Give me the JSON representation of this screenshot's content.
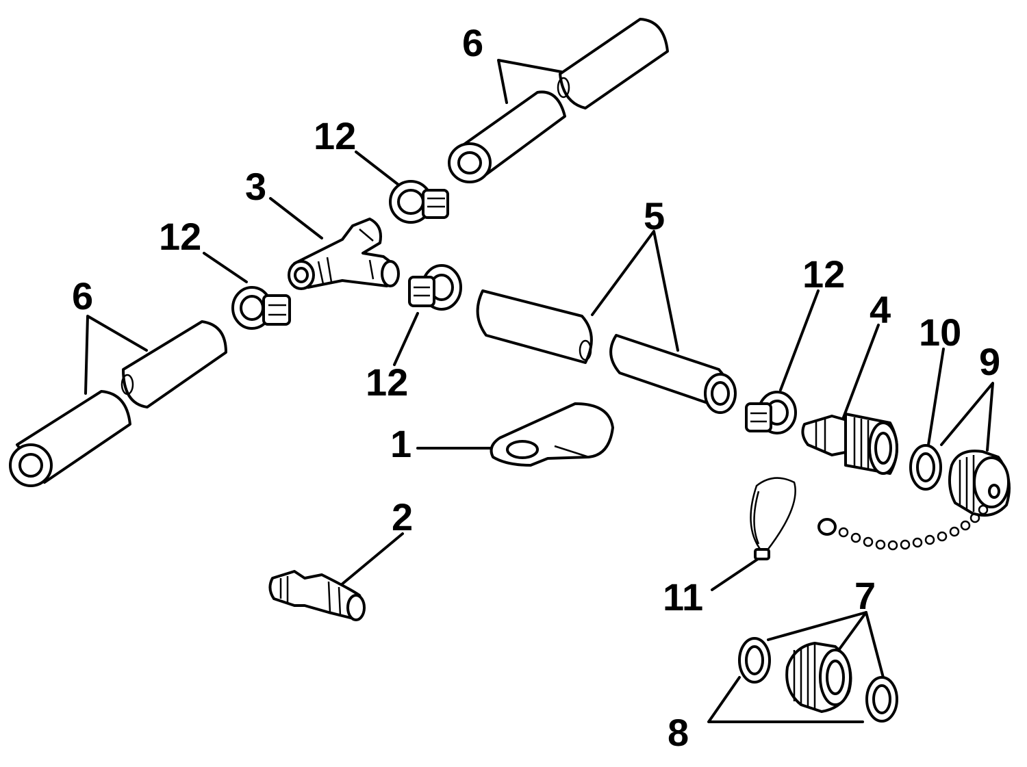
{
  "diagram": {
    "callouts": [
      {
        "id": "1",
        "text": "1"
      },
      {
        "id": "2",
        "text": "2"
      },
      {
        "id": "3",
        "text": "3"
      },
      {
        "id": "4",
        "text": "4"
      },
      {
        "id": "5",
        "text": "5"
      },
      {
        "id": "6a",
        "text": "6"
      },
      {
        "id": "6b",
        "text": "6"
      },
      {
        "id": "7",
        "text": "7"
      },
      {
        "id": "8",
        "text": "8"
      },
      {
        "id": "9",
        "text": "9"
      },
      {
        "id": "10",
        "text": "10"
      },
      {
        "id": "11",
        "text": "11"
      },
      {
        "id": "12a",
        "text": "12"
      },
      {
        "id": "12b",
        "text": "12"
      },
      {
        "id": "12c",
        "text": "12"
      },
      {
        "id": "12d",
        "text": "12"
      }
    ],
    "colors": {
      "ink": "#000000",
      "paper": "#ffffff"
    }
  }
}
